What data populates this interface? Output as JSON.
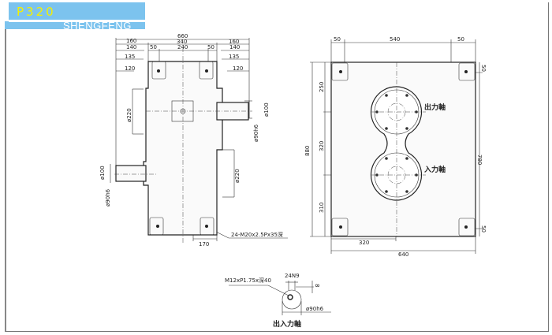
{
  "header": {
    "model": "P320",
    "brand": "SHENGFENG"
  },
  "left_view": {
    "dims_top": {
      "overall": "660",
      "left_outer": "160",
      "center": "340",
      "right_outer": "160",
      "left_140": "140",
      "foot_left": "50",
      "foot_span": "240",
      "foot_right": "50",
      "right_140": "140",
      "left_135": "135",
      "right_135": "135",
      "left_120": "120",
      "right_120": "120"
    },
    "dia_upper": "ø220",
    "dia_lower": "ø220",
    "out_shaft_d1": "ø100",
    "out_shaft_d2": "ø90h6",
    "in_shaft_d1": "ø100",
    "in_shaft_d2": "ø90h6",
    "bottom_dim": "170",
    "bolt_note": "24-M20x2.5Px35深"
  },
  "right_view": {
    "top_left": "50",
    "top_mid": "540",
    "top_right": "50",
    "height_total": "880",
    "seg_top": "250",
    "seg_mid": "320",
    "seg_bottom": "310",
    "right_total": "780",
    "right_top": "50",
    "right_bottom": "50",
    "bottom_half": "320",
    "bottom_total": "640",
    "output_label": "出力軸",
    "input_label": "入力軸"
  },
  "shaft_detail": {
    "thread": "M12xP1.75x深40",
    "keyway": "24N9",
    "depth": "8",
    "diameter": "ø90h6",
    "caption": "出入力軸"
  }
}
